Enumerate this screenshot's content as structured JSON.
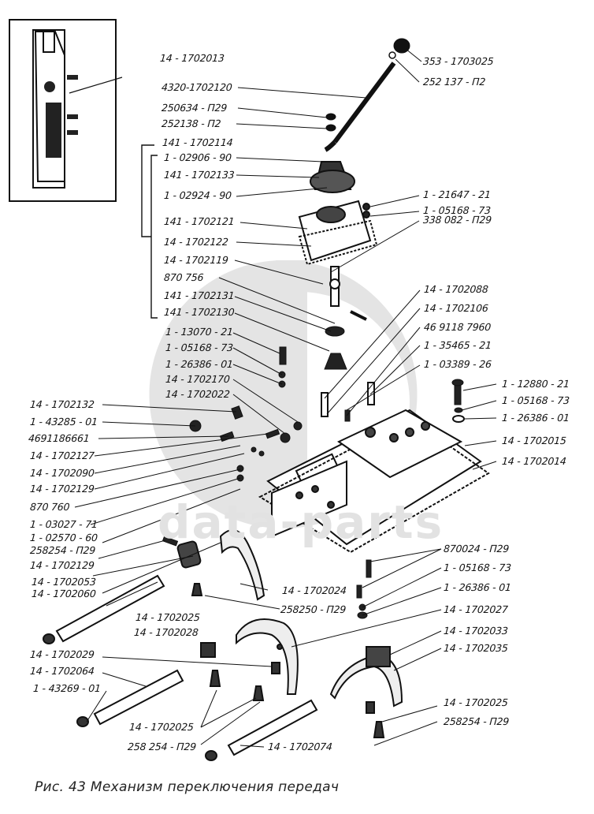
{
  "figure": {
    "caption": "Рис. 43 Механизм переключения передач",
    "watermark": "data-parts"
  },
  "labels": [
    {
      "id": "l1",
      "text": "14 - 1702013"
    },
    {
      "id": "l2",
      "text": "4320-1702120"
    },
    {
      "id": "l3",
      "text": "250634 - П29"
    },
    {
      "id": "l4",
      "text": "252138 - П2"
    },
    {
      "id": "l5",
      "text": "141 - 1702114"
    },
    {
      "id": "l6",
      "text": "1 - 02906 - 90"
    },
    {
      "id": "l7",
      "text": "141 - 1702133"
    },
    {
      "id": "l8",
      "text": "1 - 02924 - 90"
    },
    {
      "id": "l9",
      "text": "141 - 1702121"
    },
    {
      "id": "l10",
      "text": "14 - 1702122"
    },
    {
      "id": "l11",
      "text": "14 - 1702119"
    },
    {
      "id": "l12",
      "text": "870 756"
    },
    {
      "id": "l13",
      "text": "141 - 1702131"
    },
    {
      "id": "l14",
      "text": "141 - 1702130"
    },
    {
      "id": "l15",
      "text": "353 - 1703025"
    },
    {
      "id": "l16",
      "text": "252 137 - П2"
    },
    {
      "id": "l17",
      "text": "1 - 21647 - 21"
    },
    {
      "id": "l18",
      "text": "1 - 05168 - 73"
    },
    {
      "id": "l19",
      "text": "338 082 - П29"
    },
    {
      "id": "l20",
      "text": "1 - 13070 - 21"
    },
    {
      "id": "l21",
      "text": "1 - 05168 - 73"
    },
    {
      "id": "l22",
      "text": "1 - 26386 - 01"
    },
    {
      "id": "l23",
      "text": "14 - 1702170"
    },
    {
      "id": "l24",
      "text": "14 - 1702022"
    },
    {
      "id": "l25",
      "text": "14 - 1702088"
    },
    {
      "id": "l26",
      "text": "14 - 1702106"
    },
    {
      "id": "l27",
      "text": "46 9118 7960"
    },
    {
      "id": "l28",
      "text": "1 - 35465 - 21"
    },
    {
      "id": "l29",
      "text": "1 - 03389 - 26"
    },
    {
      "id": "l30",
      "text": "1 - 12880 - 21"
    },
    {
      "id": "l31",
      "text": "1 - 05168 - 73"
    },
    {
      "id": "l32",
      "text": "1 - 26386 - 01"
    },
    {
      "id": "l33",
      "text": "14 - 1702015"
    },
    {
      "id": "l34",
      "text": "14 - 1702014"
    },
    {
      "id": "l35",
      "text": "14 - 1702132"
    },
    {
      "id": "l36",
      "text": "1 - 43285 - 01"
    },
    {
      "id": "l37",
      "text": "4691186661"
    },
    {
      "id": "l38",
      "text": "14 - 1702127"
    },
    {
      "id": "l39",
      "text": "14 - 1702090"
    },
    {
      "id": "l40",
      "text": "14 - 1702129"
    },
    {
      "id": "l41",
      "text": "870 760"
    },
    {
      "id": "l42",
      "text": "1 - 03027 - 71"
    },
    {
      "id": "l43",
      "text": "1 - 02570 - 60"
    },
    {
      "id": "l44",
      "text": "258254 - П29"
    },
    {
      "id": "l45",
      "text": "14 - 1702129"
    },
    {
      "id": "l46",
      "text": "14 - 1702053"
    },
    {
      "id": "l47",
      "text": "14 - 1702060"
    },
    {
      "id": "l48",
      "text": "14 - 1702024"
    },
    {
      "id": "l49",
      "text": "258250 - П29"
    },
    {
      "id": "l50",
      "text": "14 - 1702025"
    },
    {
      "id": "l51",
      "text": "14 - 1702028"
    },
    {
      "id": "l52",
      "text": "870024 - П29"
    },
    {
      "id": "l53",
      "text": "1 - 05168 - 73"
    },
    {
      "id": "l54",
      "text": "1 - 26386 - 01"
    },
    {
      "id": "l55",
      "text": "14 - 1702027"
    },
    {
      "id": "l56",
      "text": "14 - 1702033"
    },
    {
      "id": "l57",
      "text": "14 - 1702035"
    },
    {
      "id": "l58",
      "text": "14 - 1702029"
    },
    {
      "id": "l59",
      "text": "14 - 1702064"
    },
    {
      "id": "l60",
      "text": "1 - 43269 - 01"
    },
    {
      "id": "l61",
      "text": "14 - 1702025"
    },
    {
      "id": "l62",
      "text": "258 254 - П29"
    },
    {
      "id": "l63",
      "text": "14 - 1702074"
    },
    {
      "id": "l64",
      "text": "14 - 1702025"
    },
    {
      "id": "l65",
      "text": "258254 - П29"
    }
  ]
}
